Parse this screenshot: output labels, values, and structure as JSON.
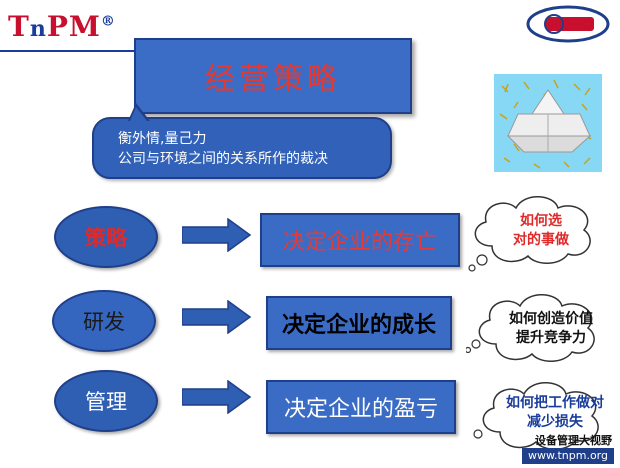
{
  "logo": {
    "t": "T",
    "n": "n",
    "pm": "PM",
    "reg": "®"
  },
  "title": "经营策略",
  "subtitle": {
    "line1": "衡外情,量己力",
    "line2": "公司与环境之间的关系所作的裁决"
  },
  "rows": [
    {
      "oval": "策略",
      "result": "决定企业的存亡",
      "cloud_lines": [
        "如何选",
        "对的事做"
      ]
    },
    {
      "oval": "研发",
      "result": "决定企业的成长",
      "cloud_lines": [
        "如何创造价值",
        "提升竞争力"
      ]
    },
    {
      "oval": "管理",
      "result": "决定企业的盈亏",
      "cloud_lines": [
        "如何把工作做对",
        "减少损失"
      ]
    }
  ],
  "watermark": {
    "brand": "设备管理大视野",
    "url": "www.tnpm.org"
  },
  "colors": {
    "box_blue": "#3b6dc7",
    "border_blue": "#1f3f8a",
    "accent_red": "#e23a32"
  }
}
